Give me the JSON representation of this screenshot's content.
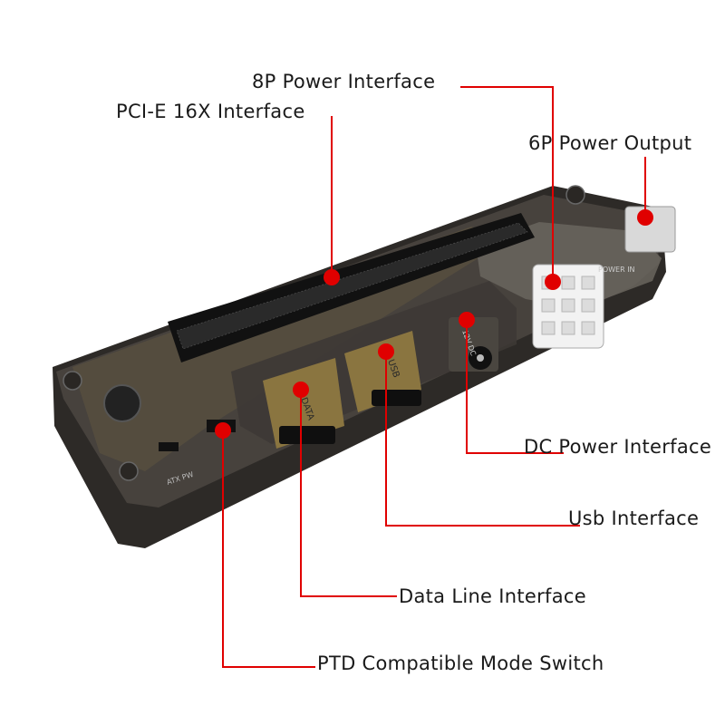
{
  "labels": {
    "power_8p": "8P Power Interface",
    "pcie_16x": "PCI-E 16X Interface",
    "power_6p": "6P Power Output",
    "dc_power": "DC Power Interface",
    "usb": "Usb Interface",
    "data_line": "Data Line Interface",
    "ptd_switch": "PTD Compatible Mode Switch"
  },
  "board_markings": {
    "data_port": "DATA",
    "usb_port": "USB",
    "dc_port": "12V DC",
    "power_in": "POWER IN",
    "atx_pw": "ATX PW"
  },
  "colors": {
    "callout": "#e00000",
    "case": "#3a3632",
    "slot": "#111111",
    "pcb": "#6b6040"
  }
}
